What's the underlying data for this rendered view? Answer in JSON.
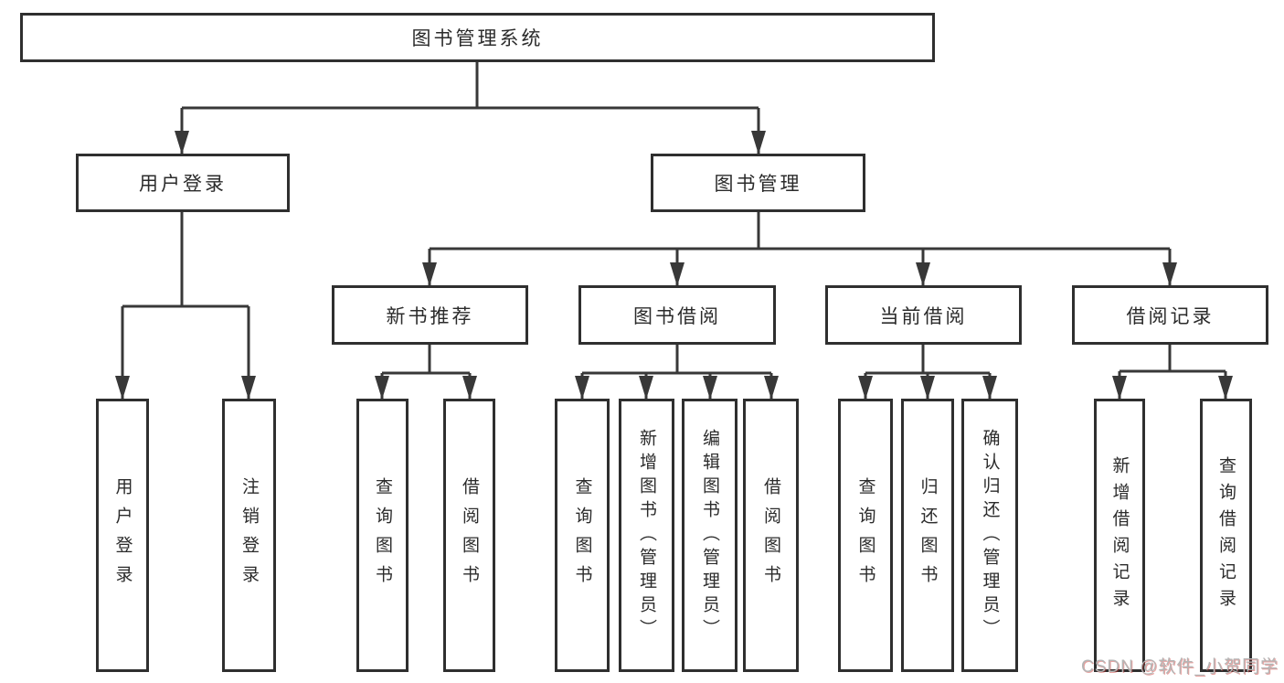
{
  "diagram": {
    "title": "图书管理系统",
    "nodes": {
      "user_login": "用户登录",
      "book_mgmt": "图书管理",
      "new_book_rec": "新书推荐",
      "book_borrow": "图书借阅",
      "current_borrow": "当前借阅",
      "borrow_records": "借阅记录",
      "ul_children": [
        "用户登录",
        "注销登录"
      ],
      "nb_children": [
        "查询图书",
        "借阅图书"
      ],
      "bb_children": [
        "查询图书",
        "新增图书（管理员）",
        "编辑图书（管理员）",
        "借阅图书"
      ],
      "cb_children": [
        "查询图书",
        "归还图书",
        "确认归还（管理员）"
      ],
      "br_children": [
        "新增借阅记录",
        "查询借阅记录"
      ]
    }
  },
  "watermark": {
    "text": "CSDN @软件_小贺同学"
  },
  "icons": {
    "connector_arrow": "arrow-down"
  },
  "colors": {
    "line": "#383838",
    "box_border": "#2f2f2f",
    "text": "#2b2b2b",
    "background": "#ffffff",
    "watermark_gray": "#b5b5b5",
    "watermark_red": "#c9302c"
  }
}
